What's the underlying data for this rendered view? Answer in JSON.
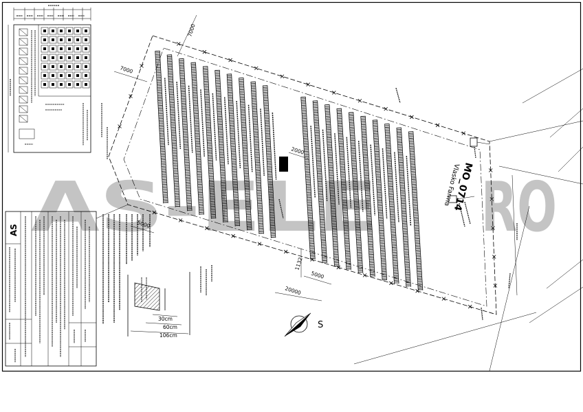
{
  "drawing": {
    "site_code": "MO_0714",
    "site_name": "Vlasko Farma",
    "watermark": [
      "AS-ELE",
      "RO"
    ],
    "logo": "AS",
    "north_label": "S",
    "dimensions": {
      "top": "7000",
      "left": "7000",
      "inverter": "2000",
      "bottom_span": "20000",
      "bottom_left": "5000",
      "bottom_mid": "5000",
      "mid_vertical": "1132"
    },
    "section_detail": {
      "depth_1": "30cm",
      "depth_2": "60cm",
      "depth_3": "106cm"
    }
  },
  "colors": {
    "line": "#000000",
    "watermark": "#c4c4c4",
    "background": "#ffffff"
  }
}
